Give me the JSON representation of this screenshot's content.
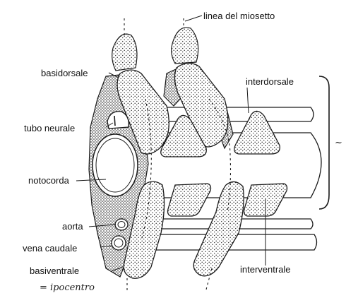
{
  "labels": {
    "linea_miosetto": "linea del miosetto",
    "basidorsale": "basidorsale",
    "interdorsale": "interdorsale",
    "tubo_neurale": "tubo neurale",
    "notocorda": "notocorda",
    "aorta": "aorta",
    "vena_caudale": "vena caudale",
    "basiventrale": "basiventrale",
    "interventrale": "interventrale",
    "ipocentro_note": "= ipocentro",
    "bracket_mark": "~"
  },
  "colors": {
    "ink": "#1a1a1a",
    "stipple": "#555555",
    "paper": "#ffffff"
  }
}
